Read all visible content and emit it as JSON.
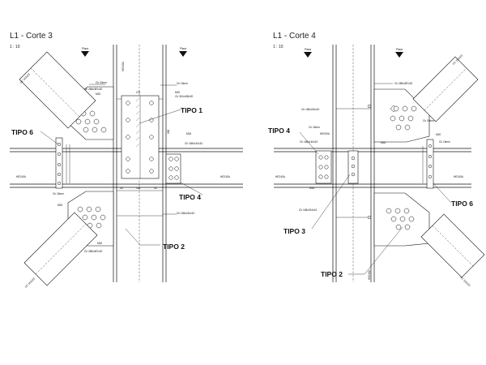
{
  "views": [
    {
      "title": "L1 - Corte 3",
      "scale": "1 : 10",
      "markers": [
        "Placa",
        "Placa"
      ],
      "brace_labels": [
        "UC 152x23",
        "UC 152x23"
      ],
      "labels": {
        "tipo1": "TIPO 1",
        "tipo2": "TIPO 2",
        "tipo4": "TIPO 4",
        "tipo6": "TIPO 6"
      },
      "beam_labels": [
        "HE240A",
        "HE240A"
      ],
      "column_label": "HE240A",
      "notes": [
        "Ch 20mm",
        "Ch 285x387x20",
        "M20",
        "Ch 15mm",
        "M20",
        "Ch 310x408x20",
        "M16",
        "Ch 165x140x10",
        "Ch 15mm",
        "M20",
        "Ch 165x244x10",
        "M20",
        "Ch 285x387x20"
      ],
      "dims": [
        "275",
        "180",
        "45",
        "165",
        "45"
      ]
    },
    {
      "title": "L1 - Corte 4",
      "scale": "1 : 10",
      "markers": [
        "Placa",
        "Placa"
      ],
      "brace_labels": [
        "UC 152x23",
        "UC 152x23"
      ],
      "labels": {
        "tipo2": "TIPO 2",
        "tipo3": "TIPO 3",
        "tipo4": "TIPO 4",
        "tipo6": "TIPO 6"
      },
      "beam_labels": [
        "HE240A",
        "HE240A"
      ],
      "column_label": "HE240A",
      "notes": [
        "Ch 285x387x20",
        "Ch 165x244x10",
        "Ch 20mm",
        "Ch 15mm",
        "HE200A",
        "Ch 165x140x10",
        "M16",
        "M20",
        "Ch 15mm",
        "M16",
        "Ch 165x244x10"
      ]
    }
  ]
}
